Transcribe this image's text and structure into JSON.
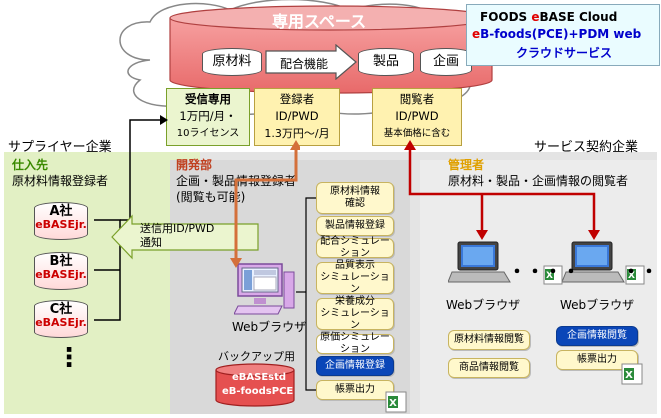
{
  "cloud": {
    "title": "専用スペース",
    "db_items": [
      "原材料",
      "製品",
      "企画"
    ],
    "arrow_label": "配合機能"
  },
  "service": {
    "line1": "FOODS eBASE Cloud",
    "line1_a": "FOODS ",
    "line1_b": "e",
    "line1_c": "BASE Cloud",
    "line2_a": "e",
    "line2_b": "B-foods(PCE)+PDM web",
    "line3": "クラウドサービス"
  },
  "license_boxes": [
    {
      "lines": [
        "受信専用",
        "1万円/月・",
        "10ライセンス"
      ]
    },
    {
      "lines": [
        "登録者",
        "ID/PWD",
        "1.3万円～/月"
      ]
    },
    {
      "lines": [
        "閲覧者",
        "ID/PWD",
        "基本価格に含む"
      ]
    }
  ],
  "supplier": {
    "title": "サプライヤー企業",
    "role": "仕入先",
    "role_desc": "原材料情報登録者",
    "companies": [
      {
        "name": "A社",
        "sub": "eBASEjr."
      },
      {
        "name": "B社",
        "sub": "eBASEjr."
      },
      {
        "name": "C社",
        "sub": "eBASEjr."
      }
    ],
    "ellipsis": "⋮",
    "notice_lines": [
      "送信用ID/PWD",
      "通知"
    ]
  },
  "contract": {
    "title": "サービス契約企業",
    "dev": {
      "role": "開発部",
      "desc_lines": [
        "企画・製品情報登録者",
        "(閲覧も可能)"
      ],
      "browser_label": "Webブラウザ",
      "backup_label": "バックアップ用",
      "backup_db": [
        "eBASEstd",
        "eB-foodsPCE"
      ],
      "menu": [
        {
          "lines": [
            "原材料情報",
            "確認"
          ],
          "style": "normal"
        },
        {
          "lines": [
            "製品情報登録"
          ],
          "style": "normal"
        },
        {
          "lines": [
            "配合シミュレーション"
          ],
          "style": "normal"
        },
        {
          "lines": [
            "品質表示",
            "シミュレーション"
          ],
          "style": "normal"
        },
        {
          "lines": [
            "栄養成分",
            "シミュレーション"
          ],
          "style": "normal"
        },
        {
          "lines": [
            "原価シミュレーション"
          ],
          "style": "white"
        },
        {
          "lines": [
            "企画情報登録"
          ],
          "style": "blue"
        },
        {
          "lines": [
            "帳票出力"
          ],
          "style": "normal"
        }
      ]
    },
    "manager": {
      "role": "管理者",
      "desc": "原材料・製品・企画情報の閲覧者",
      "browser_labels": [
        "Webブラウザ",
        "Webブラウザ"
      ],
      "dots": "・・・・",
      "menu_left": [
        "原材料情報閲覧",
        "商品情報閲覧"
      ],
      "menu_right": [
        {
          "label": "企画情報閲覧",
          "style": "blue"
        },
        {
          "label": "帳票出力",
          "style": "normal"
        }
      ]
    }
  },
  "colors": {
    "cloud_red": "#f08080",
    "green_bg": "#e2f0c4",
    "gray_bg": "#e4e4e4",
    "arrow_dark_red": "#c00000",
    "dev_orange": "#d4703a",
    "blue_menu": "#0a46b8"
  }
}
